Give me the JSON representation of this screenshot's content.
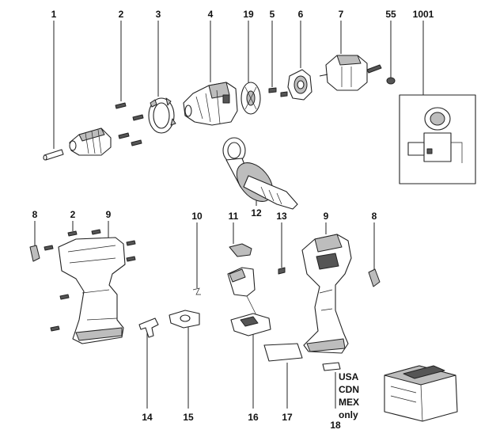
{
  "part_numbers": {
    "p1": "1",
    "p2a": "2",
    "p3": "3",
    "p4": "4",
    "p19": "19",
    "p5": "5",
    "p6": "6",
    "p7": "7",
    "p55": "55",
    "p1001": "1001",
    "p8a": "8",
    "p2b": "2",
    "p9a": "9",
    "p10": "10",
    "p11": "11",
    "p12": "12",
    "p13": "13",
    "p9b": "9",
    "p8b": "8",
    "p14": "14",
    "p15": "15",
    "p16": "16",
    "p17": "17",
    "p18": "18"
  },
  "market_note": [
    "USA",
    "CDN",
    "MEX",
    "only"
  ],
  "colors": {
    "line": "#222222",
    "shade": "#bdbdbd",
    "dark": "#555555",
    "background": "#ffffff"
  }
}
